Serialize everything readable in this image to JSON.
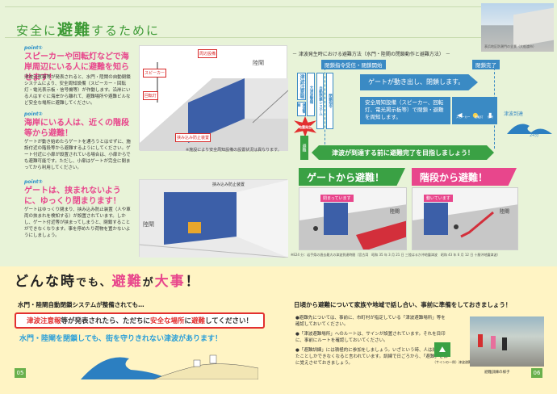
{
  "title": {
    "pre": "安全に",
    "key": "避難",
    "post": "するために"
  },
  "photo_caption": "表浜地区防潮門の全景（大船渡市）",
  "points": [
    {
      "label": "point①",
      "heading": "スピーカーや回転灯などで海岸周辺にいる人に避難を知らせます！",
      "body": "津波注意報等が発表されると、水門・陸閘の自動閉鎖システムにより、安全周知設備（スピーカー・回転灯・電光表示板・信号機等）が作動します。沿岸にいる人はすぐに海岸から離れて、避難場所や避難ビルなど安全な場所に避難してください。"
    },
    {
      "label": "point②",
      "heading": "海岸にいる人は、近くの階段等から避難！",
      "body": "ゲートが動き始めたらゲートを通ろうとはせずに、施設付近の階段等から避難するようにしてください。ゲート付近に小扉が設置されている場合は、小扉からでも避難可能です。ただし、小扉はゲートが完全に閉まってから利用してください。"
    },
    {
      "label": "point③",
      "heading": "ゲートは、挟まれないように、ゆっくり閉まります！",
      "body": "ゲートはゆっくり閉まり、挟み込み防止装置（人や車両の挟まれを検知する）が設置されています。しかし、ゲート付近等が挟まってしまうと、閉鎖することができなくなります。事を停めたり荷物を置かないようにしましょう。"
    }
  ],
  "scene1": {
    "labels": [
      "周辺設備",
      "スピーカー",
      "回転灯",
      "挟み込み防止装置",
      "陸閘"
    ],
    "note": "※施設により安全周知設備の設置状況は異なります。"
  },
  "scene3": {
    "labels": [
      "挟み込み防止装置",
      "陸閘"
    ]
  },
  "timeline": {
    "title": "－ 津波発生時における避難方法（水門・陸閘の閉鎖動作と避難方法） －",
    "heads": [
      "閉鎖指令受信・閉鎖開始",
      "閉鎖完了"
    ],
    "vertical": [
      "津波注意報",
      "津波警報",
      "大津波警報",
      "自動閉鎖システム",
      "閉鎖指令",
      "避難"
    ],
    "earthquake": "地震発生",
    "gate_msg": "ゲートが動き出し、閉鎖します。",
    "device_msg": "安全周知設備（スピーカー、回転灯、電光掲示板等）で閉鎖・避難を周知します。",
    "icons": [
      "スピーカー",
      "回転灯",
      "信号"
    ],
    "tsunami": "津波到達",
    "tsunami_time": "24分",
    "green_bar": "津波が到達する前に避難完了を目指しましょう！"
  },
  "panels": [
    {
      "head": "ゲートから避難！",
      "tag": "閉まっています",
      "land": "陸閘"
    },
    {
      "head": "階段から避難！",
      "tag": "動いています",
      "land": "陸閘"
    }
  ],
  "source": "※E24 分：岩手県の過去最大の津波到達時間（宮古湾　昭和 35 年 3 月 21 日 三陸はるか沖地震津波　昭和 43 年 6 月 12 日 十勝沖地震津波）",
  "slogan": {
    "pre": "どんな時",
    "s1": "でも、",
    "key1": "避難",
    "s2": "が",
    "key2": "大事",
    "post": "！"
  },
  "left_hdr": "水門・陸閘自動閉鎖システムが整備されても…",
  "alert": {
    "b1": "津波注意報",
    "m1": "等が発表されたら、ただちに",
    "b2": "安全な場所",
    "m2": "に",
    "b3": "避難",
    "post": "してください！"
  },
  "cyan": "水門・陸閘を閉鎖しても、街を守りきれない津波があります！",
  "right_hdr": "日頃から避難について家族や地域で話し合い、事前に準備をしておきましょう！",
  "bullets": [
    "●避難先については、事前に、市町村が指定している「津波避難場所」等を確認しておいてください。",
    "●「津波避難場所」へのルートは、サインが設置されています。それを目印に、事前にルートを確認しておいてください。",
    "●「避難訓練」には積極的に参加をしましょう。いざという時、人は経験したことしかできなくなると言われています。訓練で日ごろから、「避難」を体に覚えさせておきましょう。"
  ],
  "sign_caption": "（サインの一例）津波避難場所",
  "photo2_caption": "避難訓練の様子",
  "pages": [
    "05",
    "06"
  ],
  "colors": {
    "green": "#3aa144",
    "pink": "#e8468c",
    "blue": "#3a8ac4",
    "red": "#e23030"
  }
}
